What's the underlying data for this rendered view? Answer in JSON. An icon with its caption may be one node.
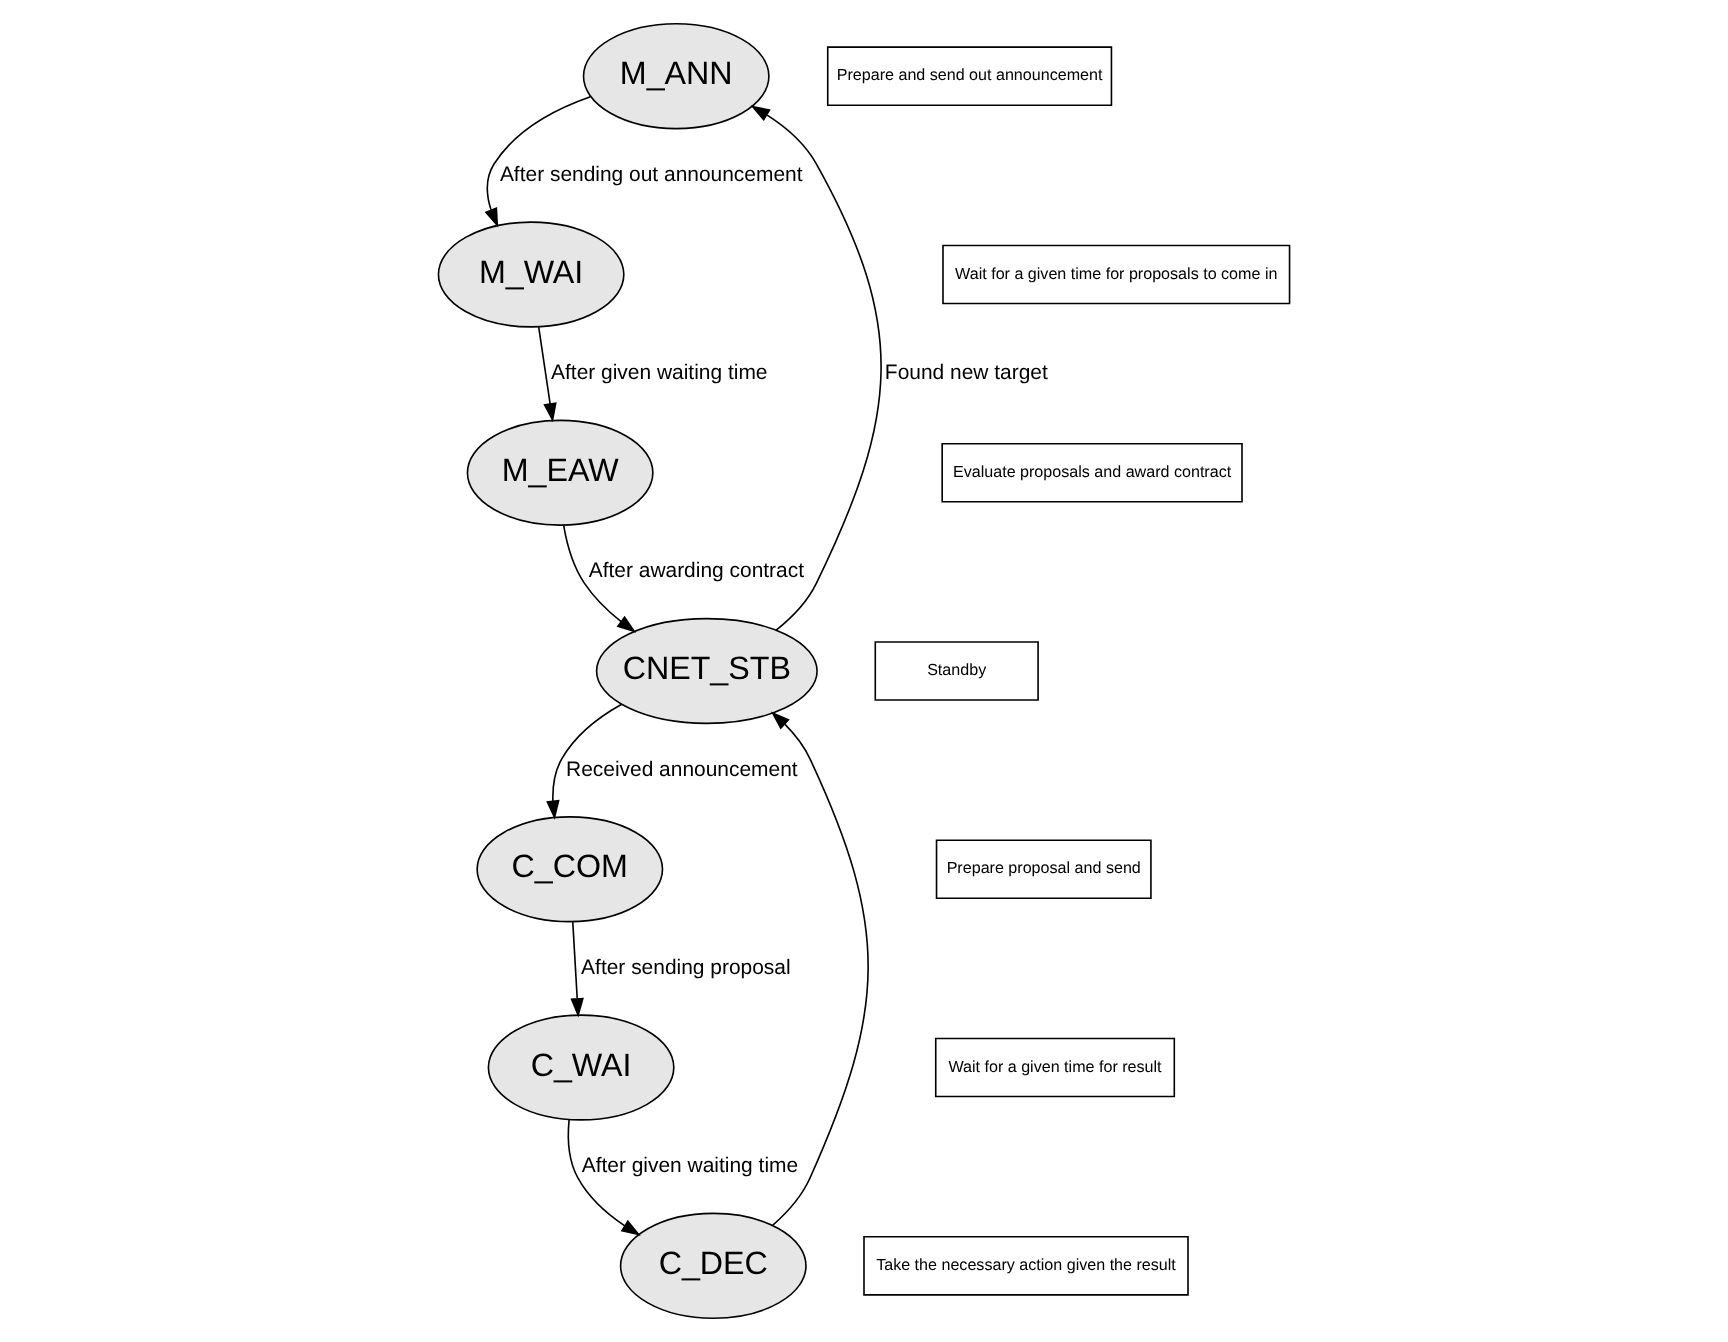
{
  "diagram": {
    "nodes": [
      {
        "text": [
          "M_ANN"
        ]
      },
      {
        "text": [
          "Prepare and send out announcement"
        ]
      },
      {
        "text": [
          "M_WAI"
        ]
      },
      {
        "text": [
          "Wait for a given time for proposals to come in"
        ]
      },
      {
        "text": [
          "M_EAW"
        ]
      },
      {
        "text": [
          "Evaluate proposals and award contract"
        ]
      },
      {
        "text": [
          "CNET_STB"
        ]
      },
      {
        "text": [
          "Standby"
        ]
      },
      {
        "text": [
          "C_DEC"
        ]
      },
      {
        "text": [
          "Take the necessary action given the result"
        ]
      },
      {
        "text": [
          "C_COM"
        ]
      },
      {
        "text": [
          "Prepare proposal and send"
        ]
      },
      {
        "text": [
          "C_WAI"
        ]
      },
      {
        "text": [
          "Wait for a given time for result"
        ]
      }
    ],
    "edges": [
      {
        "from": 6,
        "to": 0,
        "arrow": "to",
        "label": "Found new target"
      },
      {
        "from": 0,
        "to": 2,
        "arrow": "to",
        "label": "After sending out announcement"
      },
      {
        "from": 2,
        "to": 4,
        "arrow": "to",
        "label": "After given waiting time"
      },
      {
        "from": 4,
        "to": 6,
        "arrow": "to",
        "label": "After awarding contract"
      },
      {
        "from": 6,
        "to": 10,
        "arrow": "to",
        "label": "Received announcement"
      },
      {
        "from": 10,
        "to": 12,
        "arrow": "to",
        "label": "After sending proposal"
      },
      {
        "from": 12,
        "to": 8,
        "arrow": "to",
        "label": "After given waiting time"
      },
      {
        "from": 8,
        "to": 6,
        "arrow": "to"
      }
    ]
  }
}
